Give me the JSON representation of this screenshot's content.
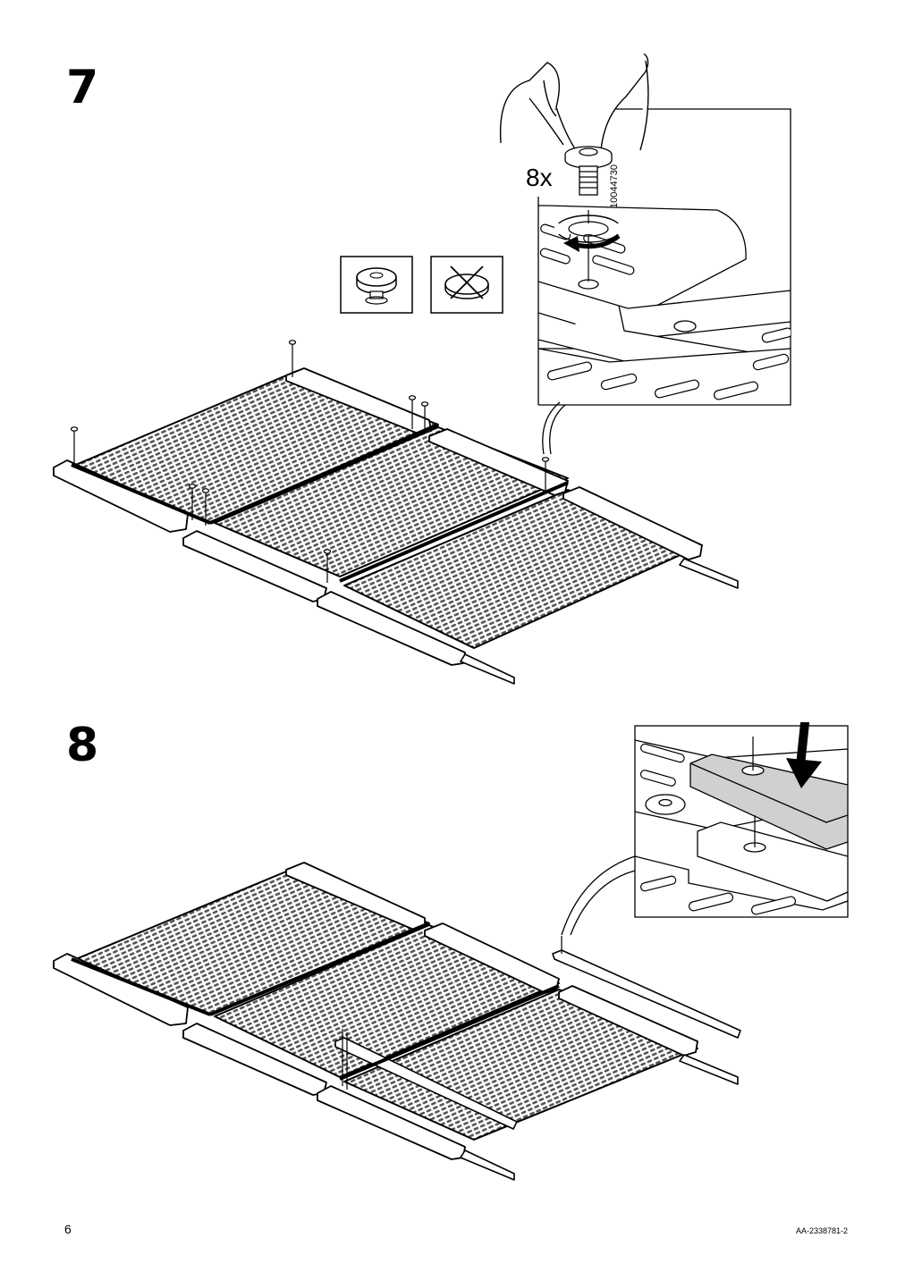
{
  "steps": [
    {
      "number": "7",
      "quantity": "8x",
      "part_number": "10044730",
      "correct_example": "screw-seated-icon",
      "wrong_example": "screw-crossed-out-icon"
    },
    {
      "number": "8"
    }
  ],
  "footer": {
    "page_number": "6",
    "document_code": "AA-2338781-2"
  }
}
